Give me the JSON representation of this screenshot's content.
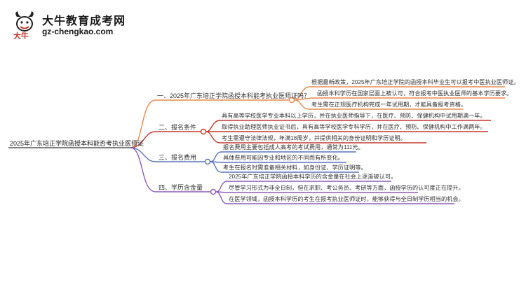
{
  "logo": {
    "title": "大牛教育成考网",
    "url": "gz-chengkao.com"
  },
  "mindmap": {
    "root": "2025年广东培正学院函授本科能否考执业医师证",
    "branches": [
      {
        "label": "一、2025年广东培正学院函授本科能考执业医师证吗？",
        "color": "#e8894a",
        "items": [
          "根据最新政策，2025年广东培正学院的函授本科毕业生可以报考中医执业医师证。",
          "函授本科学历在国家层面上被认可，符合报考中医执业医师的基本学历要求。",
          "考生需在正规医疗机构完成一年试用期，才能具备报考资格。"
        ]
      },
      {
        "label": "二、报名条件",
        "color": "#c0392b",
        "items": [
          "具有高等学校医学专业本科以上学历，并在执业医师指导下，在医疗、预防、保健机构中试用期满一年。",
          "取得执业助理医师执业证书后，具有高等学校医学专科学历，并在医疗、预防、保健机构中工作满两年。",
          "考生需遵守法律法规，年满18周岁，并提供相关的身份证明和学历证明。"
        ]
      },
      {
        "label": "三、报名费用",
        "color": "#5a72b8",
        "items": [
          "报名费用主要包括成人高考的考试费用，通常为111元。",
          "具体费用可能因专业和地区的不同而有所变化。",
          "考生在报名时需准备相关材料，如身份证、学历证明等。"
        ]
      },
      {
        "label": "四、学历含金量",
        "color": "#8e5bb5",
        "items": [
          "2025年广东培正学院函授本科学历的含金量在社会上逐渐被认可。",
          "尽管学习形式为非全日制，但在求职、考公务员、考研等方面，函授学历的认可度正在提升。",
          "在医学领域，函授本科学历的考生在报考执业医师证时，能够获得与全日制学历相当的机会。"
        ]
      }
    ]
  }
}
